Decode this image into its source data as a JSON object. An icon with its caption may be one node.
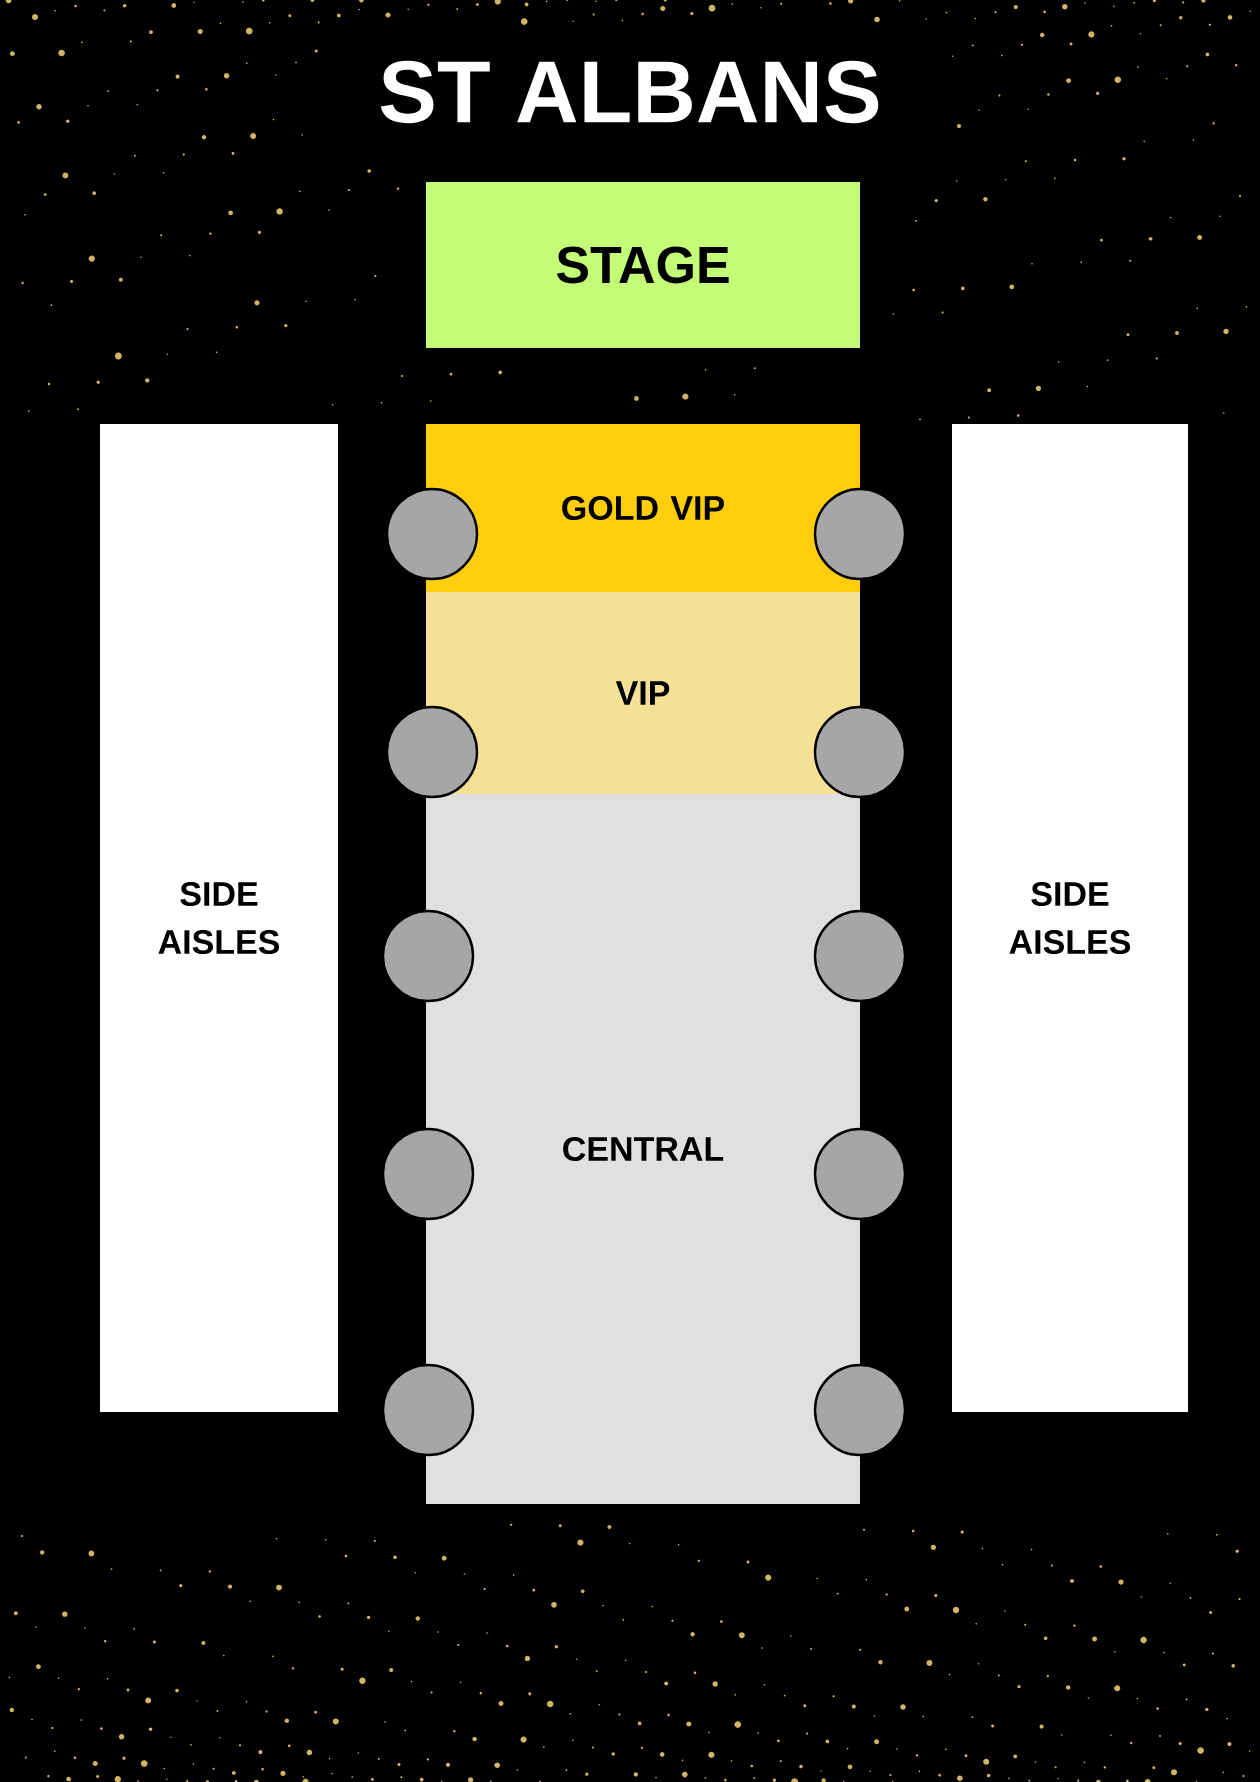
{
  "diagram": {
    "title": "ST ALBANS",
    "nodes": [
      {
        "text": [
          "STAGE"
        ]
      },
      {
        "text": [
          "SIDE AISLES"
        ]
      },
      {
        "text": [
          "GOLD VIP"
        ]
      },
      {
        "text": [
          "VIP"
        ]
      },
      {
        "text": [
          "CENTRAL"
        ]
      },
      {
        "text": [
          "SIDE AISLES"
        ]
      },
      {
        "text": [],
        "shape": "circle"
      },
      {
        "text": [],
        "shape": "circle"
      },
      {
        "text": [],
        "shape": "circle"
      },
      {
        "text": [],
        "shape": "circle"
      },
      {
        "text": [],
        "shape": "circle"
      },
      {
        "text": [],
        "shape": "circle"
      },
      {
        "text": [],
        "shape": "circle"
      },
      {
        "text": [],
        "shape": "circle"
      },
      {
        "text": [],
        "shape": "circle"
      },
      {
        "text": [],
        "shape": "circle"
      }
    ]
  }
}
